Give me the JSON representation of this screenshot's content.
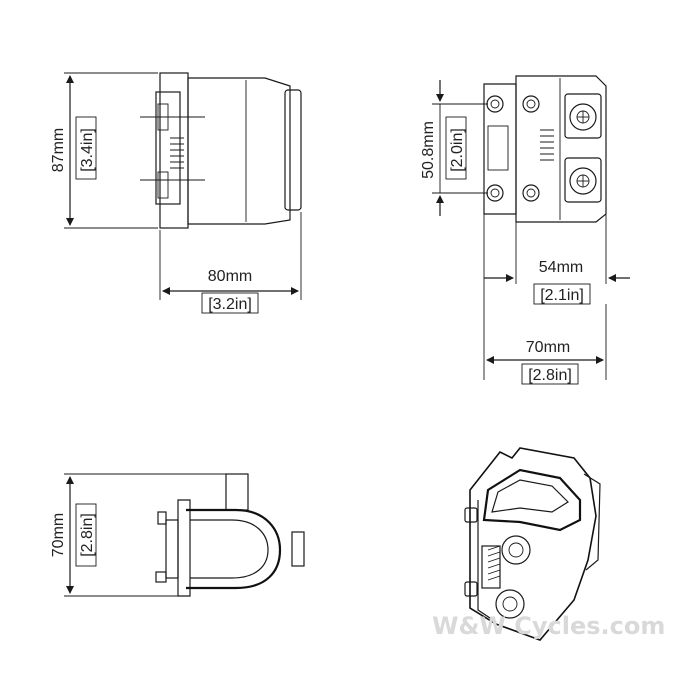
{
  "dimensions": {
    "side_height_mm": "87mm",
    "side_height_in": "[3.4in]",
    "side_width_mm": "80mm",
    "side_width_in": "[3.2in]",
    "front_height_mm": "50.8mm",
    "front_height_in": "[2.0in]",
    "front_inner_width_mm": "54mm",
    "front_inner_width_in": "[2.1in]",
    "front_width_mm": "70mm",
    "front_width_in": "[2.8in]",
    "top_height_mm": "70mm",
    "top_height_in": "[2.8in]"
  },
  "watermark": {
    "text": "W&W Cycles.com"
  },
  "colors": {
    "line": "#1a1a1a",
    "watermark": "#d9d9d9"
  }
}
